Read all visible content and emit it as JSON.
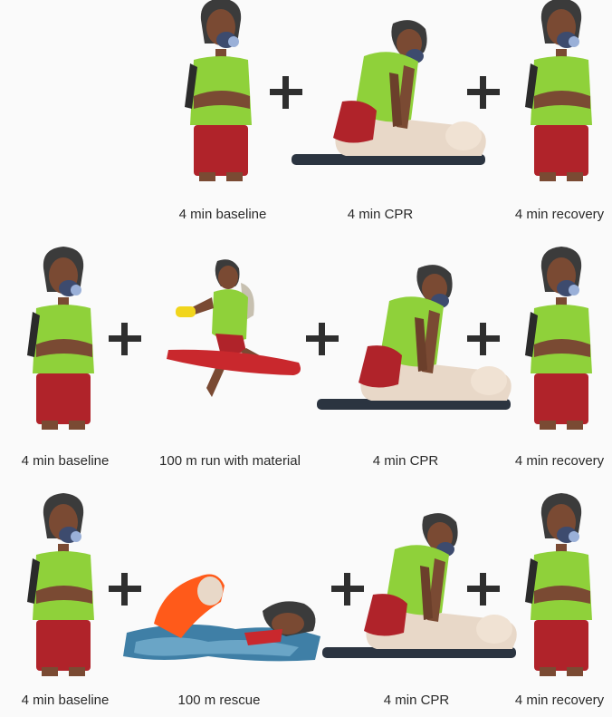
{
  "rows": [
    {
      "labels": [
        "4 min baseline",
        "4 min CPR",
        "4 min recovery"
      ]
    },
    {
      "labels": [
        "4 min baseline",
        "100 m run with material",
        "4 min CPR",
        "4 min recovery"
      ]
    },
    {
      "labels": [
        "4 min baseline",
        "100 m rescue",
        "4 min CPR",
        "4 min recovery"
      ]
    }
  ],
  "colors": {
    "shirt": "#8fd13a",
    "shorts": "#b0232a",
    "skin": "#7a4a33",
    "mask": "#3d4b6e",
    "manikin": "#e8d8c8",
    "board": "#2b3440",
    "rescue_tube": "#c9282d",
    "rescue_board": "#ff5a1a",
    "water": "#3f7fa6",
    "plus": "#2e2e2e"
  },
  "icons": [
    "standing-lifeguard-icon",
    "cpr-icon",
    "running-icon",
    "swim-rescue-icon",
    "plus-icon"
  ]
}
